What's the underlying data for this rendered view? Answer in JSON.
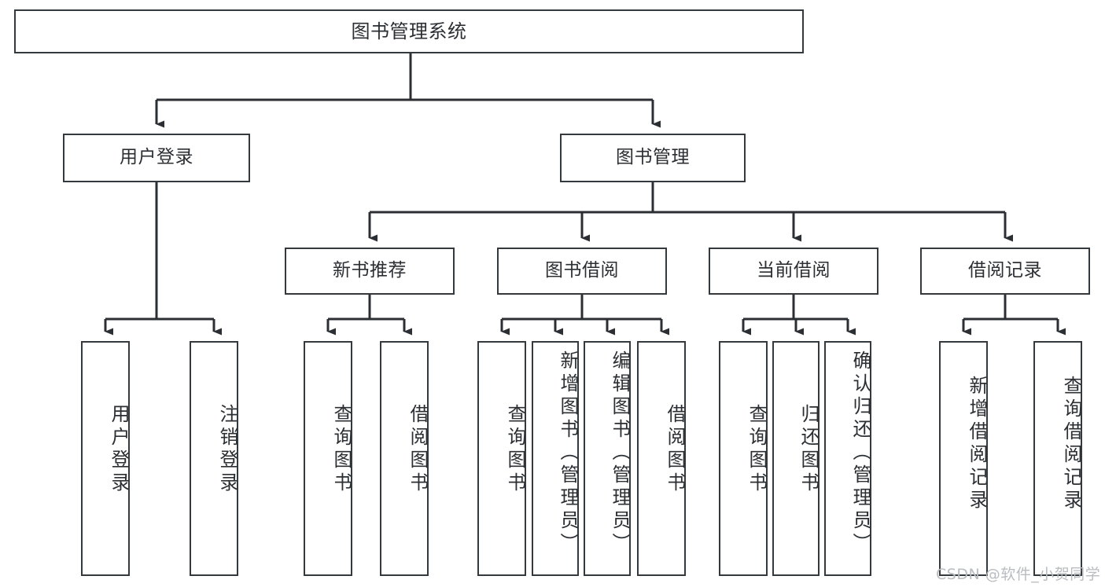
{
  "diagram": {
    "type": "tree-hierarchy",
    "title": "图书管理系统",
    "orientation": "top-down",
    "colors": {
      "box_border": "#33393d",
      "box_fill": "#ffffff",
      "connector": "#2b2f33",
      "text": "#2b2f33",
      "background": "#ffffff",
      "watermark": "#b9bcc0"
    },
    "levels": {
      "root": "图书管理系统",
      "level2": [
        "用户登录",
        "图书管理"
      ],
      "level3": [
        "新书推荐",
        "图书借阅",
        "当前借阅",
        "借阅记录"
      ]
    },
    "nodes": {
      "root": {
        "label": "图书管理系统"
      },
      "user_login": {
        "label": "用户登录"
      },
      "book_manage": {
        "label": "图书管理"
      },
      "new_book_rec": {
        "label": "新书推荐"
      },
      "book_borrow": {
        "label": "图书借阅"
      },
      "current_borrow": {
        "label": "当前借阅"
      },
      "borrow_record": {
        "label": "借阅记录"
      },
      "leaf_user_login": {
        "label": "用户登录"
      },
      "leaf_logout": {
        "label": "注销登录"
      },
      "leaf_query_book_1": {
        "label": "查询图书"
      },
      "leaf_borrow_book_1": {
        "label": "借阅图书"
      },
      "leaf_query_book_2": {
        "label": "查询图书"
      },
      "leaf_add_book": {
        "label": "新增图书（管理员）"
      },
      "leaf_edit_book": {
        "label": "编辑图书（管理员）"
      },
      "leaf_borrow_book_2": {
        "label": "借阅图书"
      },
      "leaf_query_book_3": {
        "label": "查询图书"
      },
      "leaf_return_book": {
        "label": "归还图书"
      },
      "leaf_confirm_return": {
        "label": "确认归还（管理员）"
      },
      "leaf_add_record": {
        "label": "新增借阅记录"
      },
      "leaf_query_record": {
        "label": "查询借阅记录"
      }
    },
    "edges": [
      {
        "from": "图书管理系统",
        "to": "用户登录"
      },
      {
        "from": "图书管理系统",
        "to": "图书管理"
      },
      {
        "from": "图书管理",
        "to": "新书推荐"
      },
      {
        "from": "图书管理",
        "to": "图书借阅"
      },
      {
        "from": "图书管理",
        "to": "当前借阅"
      },
      {
        "from": "图书管理",
        "to": "借阅记录"
      },
      {
        "from": "用户登录",
        "to": "用户登录"
      },
      {
        "from": "用户登录",
        "to": "注销登录"
      },
      {
        "from": "新书推荐",
        "to": "查询图书"
      },
      {
        "from": "新书推荐",
        "to": "借阅图书"
      },
      {
        "from": "图书借阅",
        "to": "查询图书"
      },
      {
        "from": "图书借阅",
        "to": "新增图书（管理员）"
      },
      {
        "from": "图书借阅",
        "to": "编辑图书（管理员）"
      },
      {
        "from": "图书借阅",
        "to": "借阅图书"
      },
      {
        "from": "当前借阅",
        "to": "查询图书"
      },
      {
        "from": "当前借阅",
        "to": "归还图书"
      },
      {
        "from": "当前借阅",
        "to": "确认归还（管理员）"
      },
      {
        "from": "借阅记录",
        "to": "新增借阅记录"
      },
      {
        "from": "借阅记录",
        "to": "查询借阅记录"
      }
    ]
  },
  "watermark": {
    "text": "CSDN @软件_小贺同学"
  }
}
